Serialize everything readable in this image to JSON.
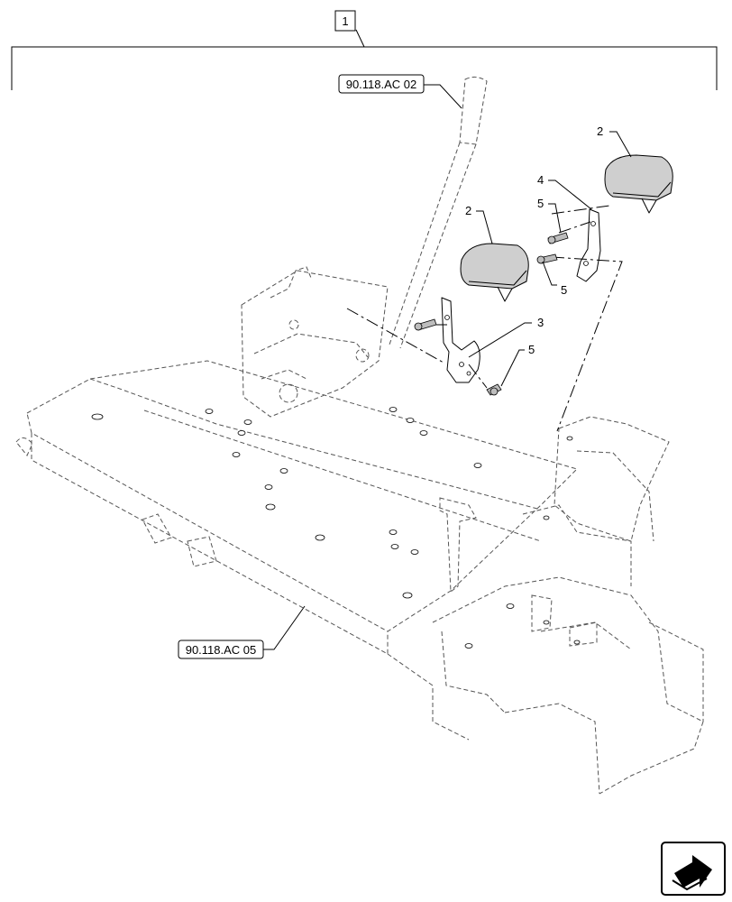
{
  "assembly_callout": "1",
  "ref_labels": {
    "top": "90.118.AC 02",
    "bottom": "90.118.AC 05"
  },
  "part_callouts": {
    "pad_right": "2",
    "pad_left": "2",
    "bracket_right": "4",
    "bracket_left": "3",
    "bolt_right_upper": "5",
    "bolt_right_lower": "5",
    "bolt_left": "5"
  },
  "nav_icon": "next-page-arrow-icon"
}
